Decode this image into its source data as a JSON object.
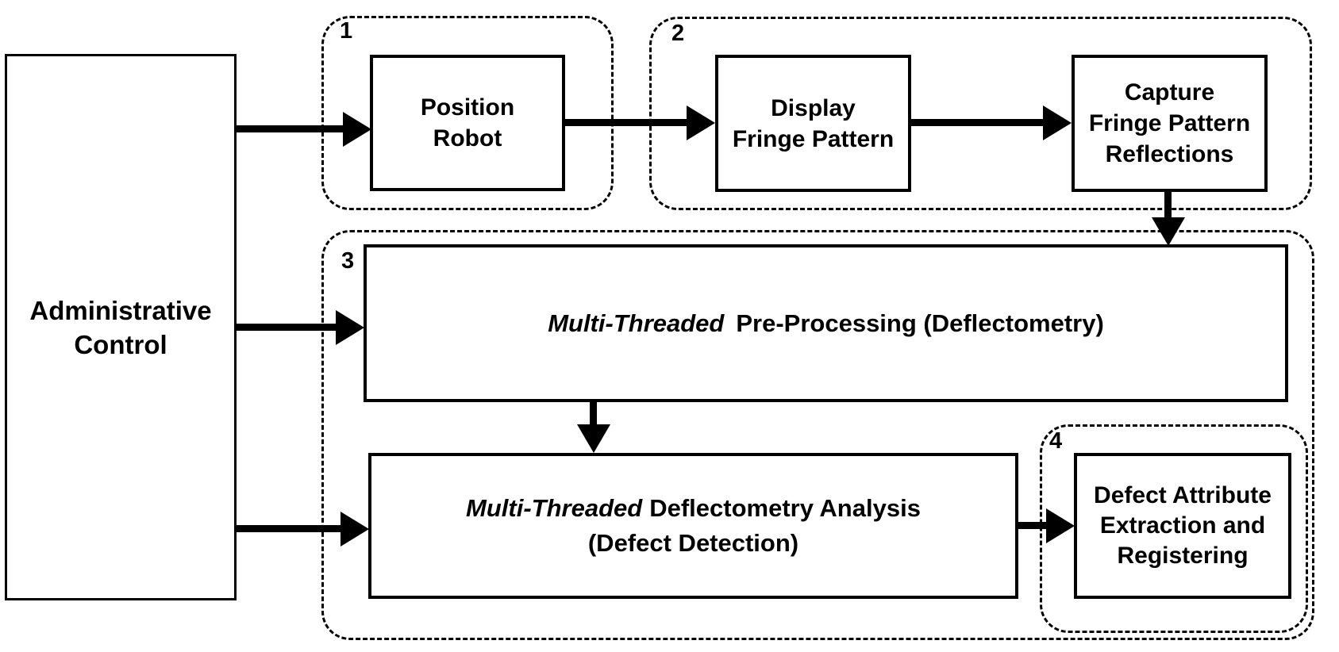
{
  "colors": {
    "ink": "#000000",
    "background": "#ffffff"
  },
  "nodes": {
    "admin": {
      "lines": [
        "Administrative",
        "Control"
      ]
    },
    "position_robot": {
      "lines": [
        "Position",
        "Robot"
      ]
    },
    "display_fringe": {
      "lines": [
        "Display",
        "Fringe Pattern"
      ]
    },
    "capture_fringe": {
      "lines": [
        "Capture",
        "Fringe Pattern",
        "Reflections"
      ]
    },
    "pre_processing": {
      "emphasis": "Multi-Threaded",
      "rest": "Pre-Processing (Deflectometry)"
    },
    "analysis": {
      "emphasis": "Multi-Threaded",
      "rest": "Deflectometry Analysis",
      "line2": "(Defect Detection)"
    },
    "defect_attributes": {
      "lines": [
        "Defect Attribute",
        "Extraction and",
        "Registering"
      ]
    }
  },
  "groups": {
    "g1": {
      "number": "1"
    },
    "g2": {
      "number": "2"
    },
    "g3": {
      "number": "3"
    },
    "g4": {
      "number": "4"
    }
  }
}
